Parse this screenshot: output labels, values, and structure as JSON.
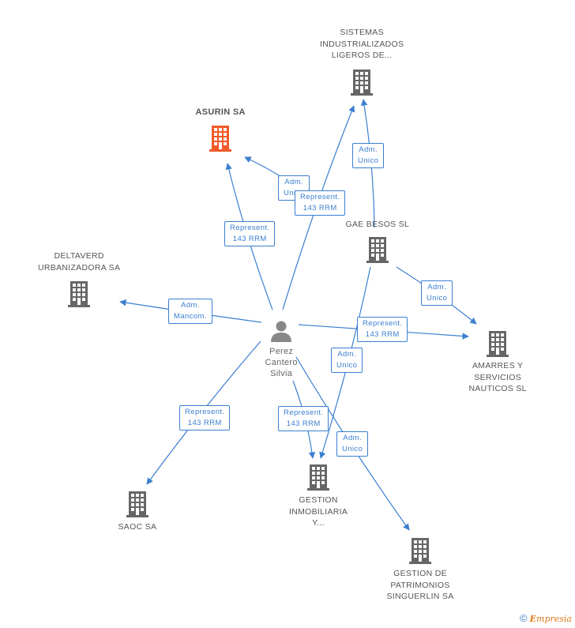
{
  "colors": {
    "edge": "#3b7fd0",
    "building": "#666666",
    "highlight": "#f05a28",
    "person": "#888888"
  },
  "nodes": [
    {
      "id": "sistemas",
      "label": "SISTEMAS\nINDUSTRIALIZADOS\nLIGEROS DE...",
      "icon": "building-icon"
    },
    {
      "id": "asurin",
      "label": "ASURIN SA",
      "icon": "building-icon",
      "highlight": true
    },
    {
      "id": "gae",
      "label": "GAE BESOS  SL",
      "icon": "building-icon"
    },
    {
      "id": "deltaverd",
      "label": "DELTAVERD\nURBANIZADORA SA",
      "icon": "building-icon"
    },
    {
      "id": "amarres",
      "label": "AMARRES Y\nSERVICIOS\nNAUTICOS SL",
      "icon": "building-icon"
    },
    {
      "id": "person",
      "label": "Perez\nCantero\nSilvia",
      "icon": "person-icon"
    },
    {
      "id": "saoc",
      "label": "SAOC SA",
      "icon": "building-icon"
    },
    {
      "id": "gestion_inm",
      "label": "GESTION\nINMOBILIARIA\nY...",
      "icon": "building-icon"
    },
    {
      "id": "gestion_pat",
      "label": "GESTION DE\nPATRIMONIOS\nSINGUERLIN SA",
      "icon": "building-icon"
    }
  ],
  "edges": [
    {
      "from": "person",
      "to": "asurin",
      "label": "Represent.\n143 RRM"
    },
    {
      "from": "gae",
      "to": "asurin",
      "label": "Adm.\nUnico"
    },
    {
      "from": "person",
      "to": "sistemas",
      "label": "Represent.\n143 RRM"
    },
    {
      "from": "gae",
      "to": "sistemas",
      "label": "Adm.\nUnico"
    },
    {
      "from": "person",
      "to": "deltaverd",
      "label": "Adm.\nMancom."
    },
    {
      "from": "gae",
      "to": "amarres",
      "label": "Adm.\nUnico"
    },
    {
      "from": "person",
      "to": "amarres",
      "label": "Represent.\n143 RRM"
    },
    {
      "from": "gae",
      "to": "gestion_inm",
      "label": "Adm.\nUnico"
    },
    {
      "from": "person",
      "to": "saoc",
      "label": "Represent.\n143 RRM"
    },
    {
      "from": "person",
      "to": "gestion_inm",
      "label": "Represent.\n143 RRM"
    },
    {
      "from": "person",
      "to": "gestion_pat",
      "label": "Adm.\nUnico"
    }
  ],
  "watermark": {
    "symbol": "©",
    "brand_initial": "E",
    "brand_rest": "mpresia"
  }
}
